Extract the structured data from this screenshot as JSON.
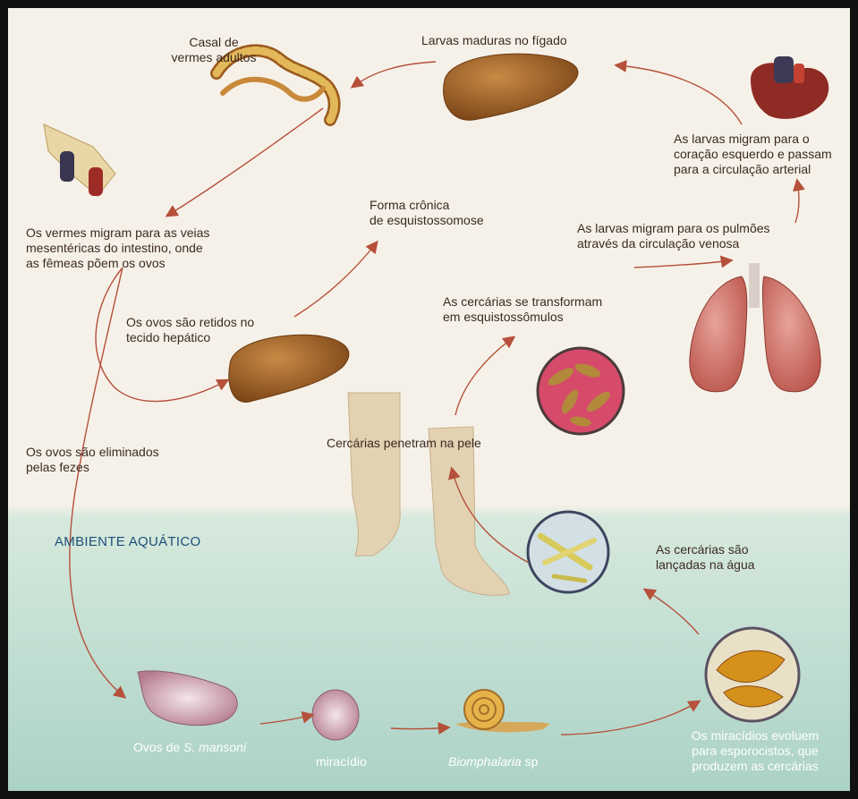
{
  "labels": {
    "casal": "Casal de\nvermes adultos",
    "larvas_figado": "Larvas maduras no fígado",
    "coracao": "As larvas migram para o\ncoração esquerdo e passam\npara a circulação arterial",
    "pulmoes": "As larvas migram para os pulmões\natravés da circulação venosa",
    "veias": "Os vermes migram para as veias\nmesentéricas do intestino, onde\nas fêmeas põem os ovos",
    "cronica": "Forma crônica\nde esquistossomose",
    "esquistossomulos": "As cercárias se transformam\nem esquistossômulos",
    "retidos": "Os ovos são retidos no\ntecido hepático",
    "eliminados": "Os ovos são eliminados\npelas fezes",
    "cercarias_pele": "Cercárias penetram na pele",
    "ambiente": "AMBIENTE AQUÁTICO",
    "lancadas": "As cercárias são\nlançadas na água",
    "ovos_prefix": "Ovos de ",
    "ovos_species": "S. mansoni",
    "miracidio": "miracídio",
    "biomphalaria_genus": "Biomphalaria",
    "biomphalaria_sp": " sp",
    "esporocistos": "Os miracídios evoluem\npara esporocistos, que\nproduzem as cercárias"
  },
  "colors": {
    "arrow": "#b5503a",
    "liver": "#9a5a22",
    "water": "#a9d1c5",
    "lungs": "#c7655b"
  }
}
